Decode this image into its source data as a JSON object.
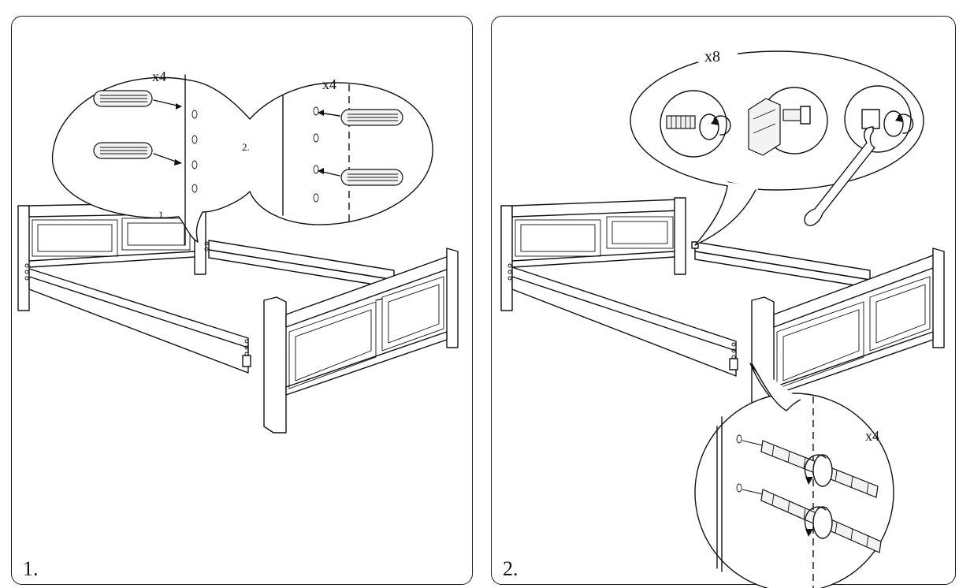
{
  "steps": [
    {
      "number": "1.",
      "callout_qty_left": "x4",
      "callout_qty_right": "x4",
      "callout_sub_left": "1.",
      "callout_sub_right": "2."
    },
    {
      "number": "2.",
      "callout_qty_top": "x8",
      "callout_qty_bottom": "x4"
    }
  ],
  "icons": [
    "dowel-icon",
    "bolt-icon",
    "cam-lock-icon",
    "wrench-icon",
    "threaded-rod-icon",
    "rotate-arrow-icon"
  ]
}
